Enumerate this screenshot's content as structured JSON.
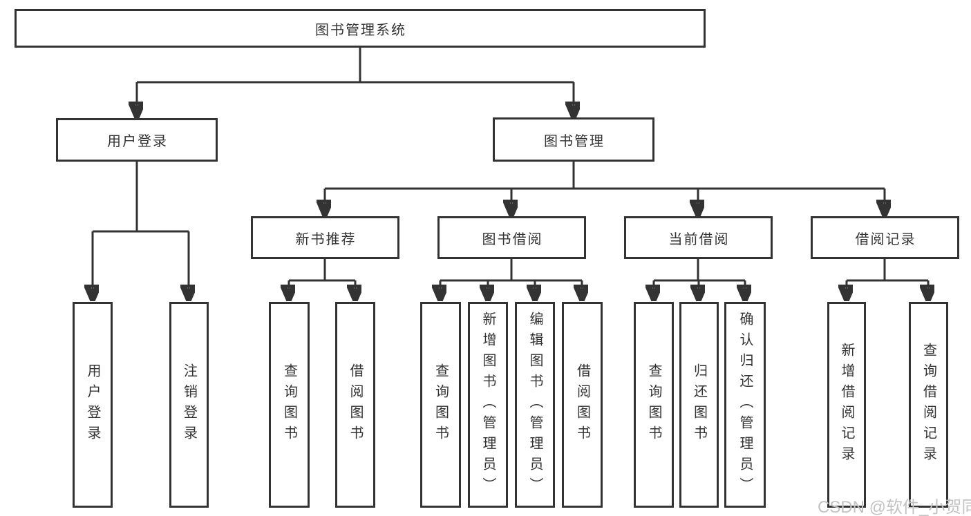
{
  "diagram": {
    "root": {
      "label": "图书管理系统"
    },
    "level2": {
      "user_login": {
        "label": "用户登录"
      },
      "book_management": {
        "label": "图书管理"
      }
    },
    "user_login_children": [
      {
        "label": "用户登录"
      },
      {
        "label": "注销登录"
      }
    ],
    "book_management_groups": [
      {
        "label": "新书推荐",
        "children": [
          {
            "label": "查询图书"
          },
          {
            "label": "借阅图书"
          }
        ]
      },
      {
        "label": "图书借阅",
        "children": [
          {
            "label": "查询图书"
          },
          {
            "label": "新增图书（管理员）"
          },
          {
            "label": "编辑图书（管理员）"
          },
          {
            "label": "借阅图书"
          }
        ]
      },
      {
        "label": "当前借阅",
        "children": [
          {
            "label": "查询图书"
          },
          {
            "label": "归还图书"
          },
          {
            "label": "确认归还（管理员）"
          }
        ]
      },
      {
        "label": "借阅记录",
        "children": [
          {
            "label": "新增借阅记录"
          },
          {
            "label": "查询借阅记录"
          }
        ]
      }
    ],
    "watermark": "CSDN @软件_小贺同学"
  },
  "colors": {
    "line": "#333333",
    "text": "#333333",
    "watermark": "#c2c2c2",
    "background": "#ffffff"
  }
}
